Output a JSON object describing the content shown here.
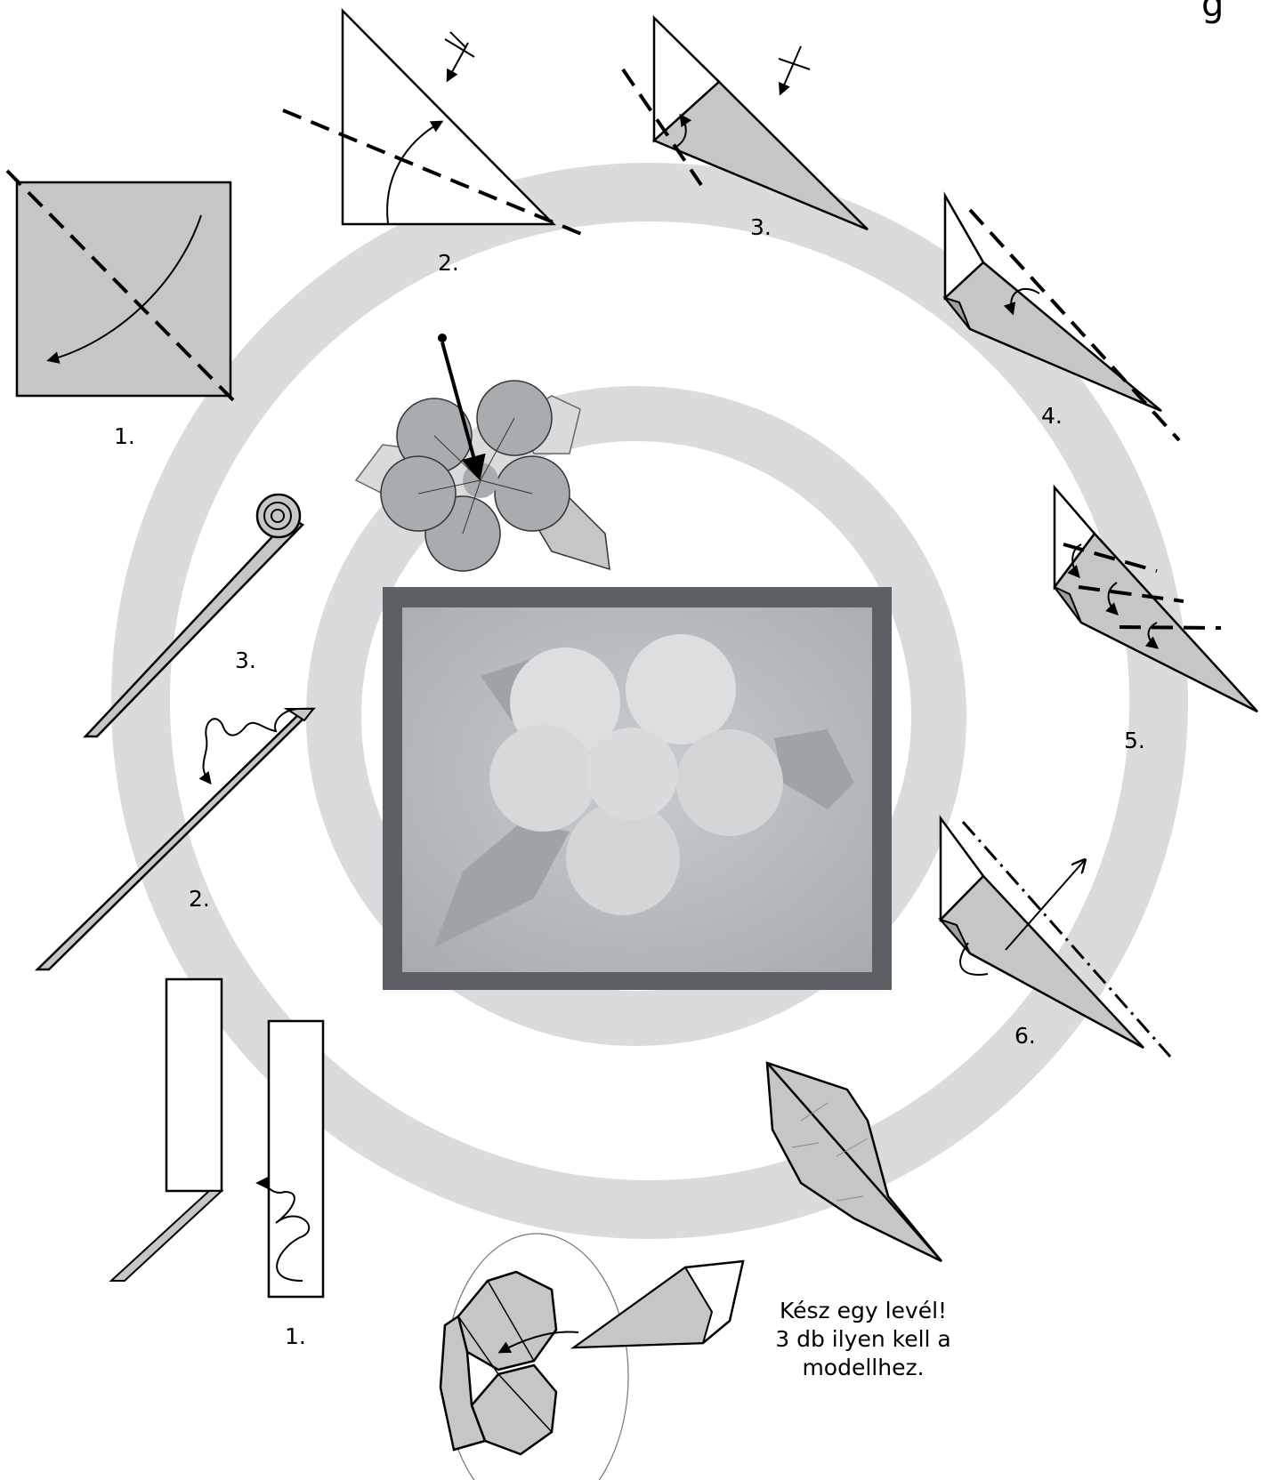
{
  "steps_outer": [
    {
      "id": "o1",
      "label": "1."
    },
    {
      "id": "o2",
      "label": "2."
    },
    {
      "id": "o3",
      "label": "3."
    },
    {
      "id": "o4",
      "label": "4."
    },
    {
      "id": "o5",
      "label": "5."
    },
    {
      "id": "o6",
      "label": "6."
    }
  ],
  "steps_inner": [
    {
      "id": "i1",
      "label": "1."
    },
    {
      "id": "i2",
      "label": "2."
    },
    {
      "id": "i3",
      "label": "3."
    }
  ],
  "note": {
    "line1": "Kész egy levél!",
    "line2": "3 db  ilyen kell a",
    "line3": "modellhez."
  },
  "corner_mark": "g",
  "colors": {
    "ring": "#d9dbdc",
    "paper": "#c4c6c8",
    "frame": "#5c6064",
    "photo_bg": "#b7bbbe",
    "ink": "#000000"
  }
}
